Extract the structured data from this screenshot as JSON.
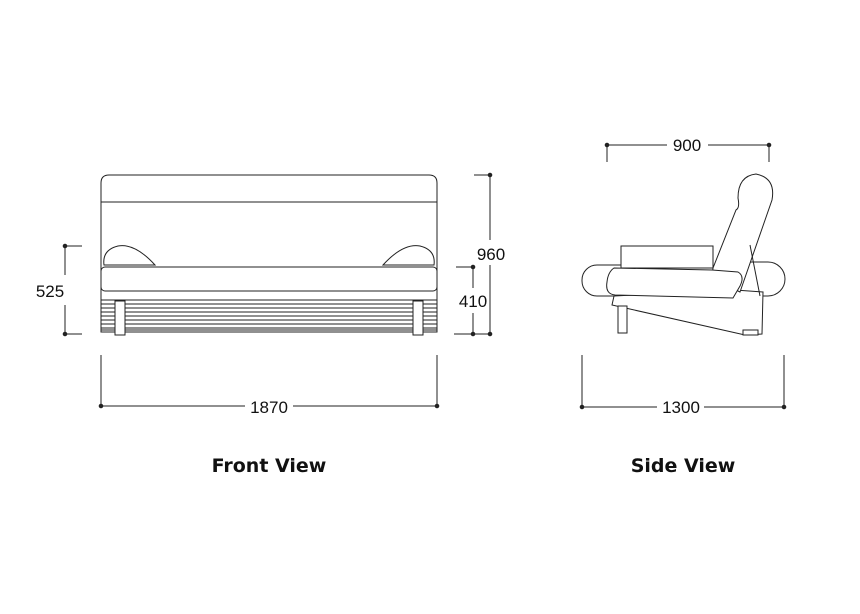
{
  "front_view": {
    "title": "Front View",
    "dimensions": {
      "width": "1870",
      "seat_arm_height": "525",
      "total_height": "960",
      "seat_height": "410"
    }
  },
  "side_view": {
    "title": "Side View",
    "dimensions": {
      "seat_depth": "900",
      "total_depth": "1300"
    }
  }
}
